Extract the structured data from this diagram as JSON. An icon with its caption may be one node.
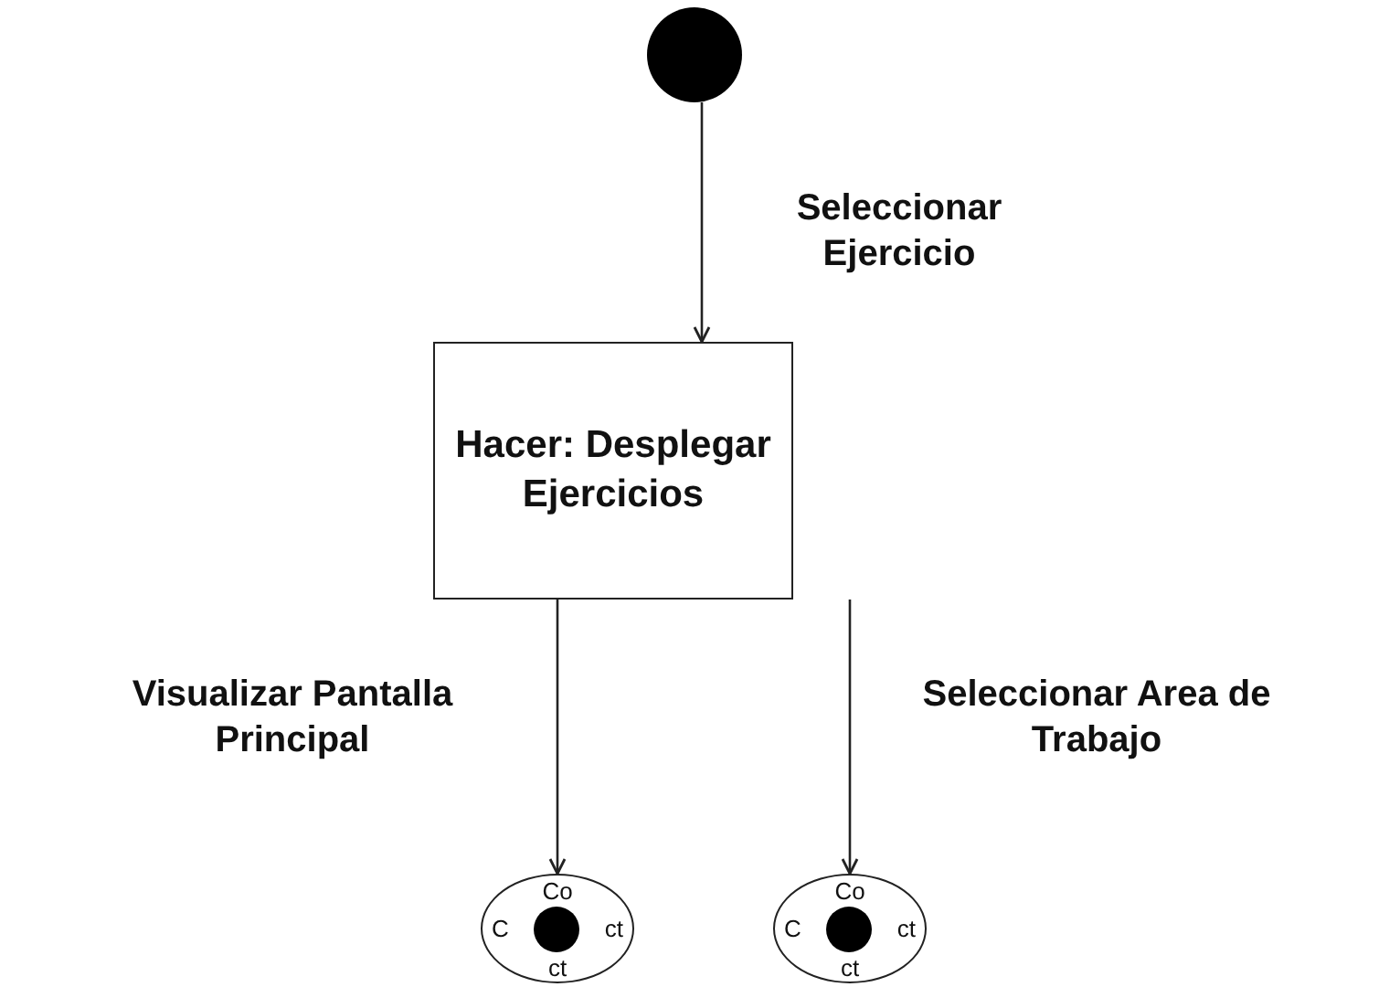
{
  "diagram": {
    "nodes": [
      {
        "text": [],
        "shape": "circle"
      },
      {
        "text": [
          "Hacer: Desplegar Ejercicios"
        ]
      },
      {
        "text": [
          "Co",
          "C",
          "ct",
          "ct"
        ]
      },
      {
        "text": [
          "Co",
          "C",
          "ct",
          "ct"
        ]
      }
    ],
    "edges": [
      {
        "from": 0,
        "to": 1,
        "arrow": "to",
        "label": "Seleccionar Ejercicio"
      },
      {
        "from": 1,
        "to": 2,
        "arrow": "to",
        "label": "Visualizar Pantalla Principal"
      },
      {
        "from": 1,
        "to": 3,
        "arrow": "to",
        "label": "Seleccionar Area de Trabajo"
      }
    ]
  }
}
